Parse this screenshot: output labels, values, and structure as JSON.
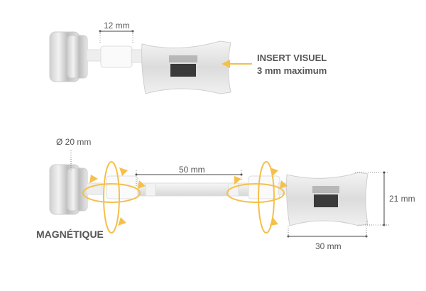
{
  "colors": {
    "accent_arrow": "#f5c04a",
    "dimension_line": "#444444",
    "text": "#555555",
    "product_glass": "#e6e6e6",
    "product_dark": "#3a3a3a"
  },
  "top_assembly": {
    "dimension_label": "12 mm",
    "insert_title": "INSERT VISUEL",
    "insert_subtitle": "3 mm maximum"
  },
  "bottom_assembly": {
    "diameter_label": "Ø 20 mm",
    "magnet_label": "MAGNÉTIQUE",
    "length_label": "50 mm",
    "height_label": "21 mm",
    "width_label": "30 mm"
  }
}
